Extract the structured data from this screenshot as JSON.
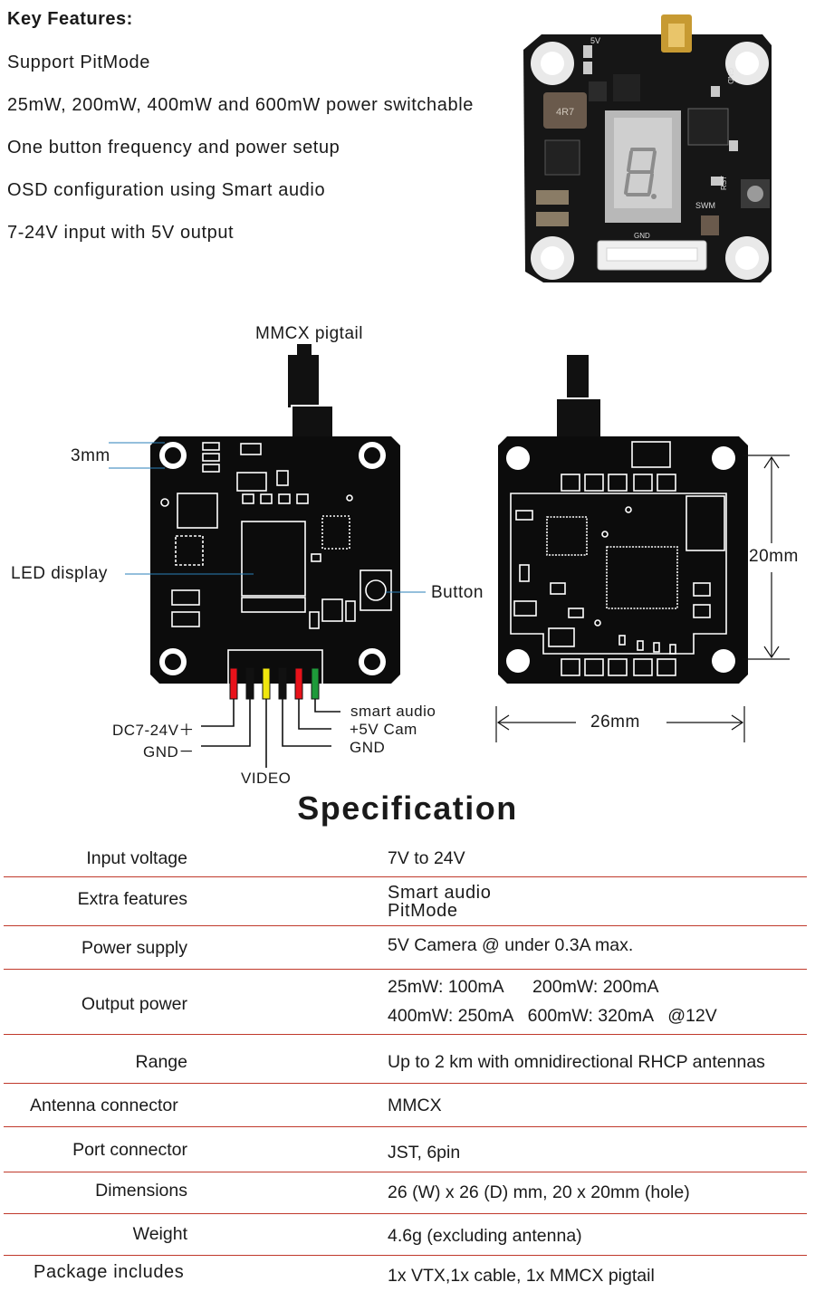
{
  "features": {
    "title": "Key Features:",
    "items": [
      "Support PitMode",
      "25mW, 200mW, 400mW and 600mW power switchable",
      "One button frequency and power setup",
      "OSD configuration using Smart audio",
      "7-24V input with 5V output"
    ]
  },
  "photo": {
    "silk": {
      "v5": "5V",
      "gnd_top": "GND",
      "chip": "4R7",
      "swm": "SWM",
      "rst": "RST",
      "gnd_bottom": "GND"
    }
  },
  "diagram": {
    "antenna_label": "MMCX pigtail",
    "hole_label": "3mm",
    "led_label": "LED display",
    "button_label": "Button",
    "pins_right": [
      "smart audio",
      "+5V Cam",
      "GND"
    ],
    "pins_left": [
      "DC7-24V＋",
      "GND－"
    ],
    "video_label": "VIDEO",
    "width_label": "26mm",
    "height_label": "20mm",
    "wire_colors": [
      "#e8121a",
      "#111111",
      "#f0e60d",
      "#111111",
      "#e8121a",
      "#1e9a3a"
    ]
  },
  "spec": {
    "title": "Specification",
    "rows": [
      {
        "label": "Input voltage",
        "values": [
          "7V to 24V"
        ]
      },
      {
        "label": "Extra features",
        "values": [
          "Smart audio",
          "PitMode"
        ]
      },
      {
        "label": "Power supply",
        "values": [
          "5V Camera @ under  0.3A max."
        ]
      },
      {
        "label": "Output power",
        "values": [
          "25mW: 100mA      200mW: 200mA",
          "400mW: 250mA   600mW: 320mA   @12V"
        ]
      },
      {
        "label": "Range",
        "values": [
          "Up to 2 km with omnidirectional RHCP antennas"
        ]
      },
      {
        "label": "Antenna connector",
        "values": [
          "MMCX"
        ]
      },
      {
        "label": "Port connector",
        "values": [
          "JST, 6pin"
        ]
      },
      {
        "label": "Dimensions",
        "values": [
          "26 (W) x 26 (D) mm, 20 x 20mm (hole)"
        ]
      },
      {
        "label": "Weight",
        "values": [
          "4.6g (excluding antenna)"
        ]
      },
      {
        "label": "Package includes",
        "values": [
          "1x VTX,1x cable, 1x MMCX pigtail"
        ]
      }
    ],
    "divider_color": "#c0392b"
  }
}
